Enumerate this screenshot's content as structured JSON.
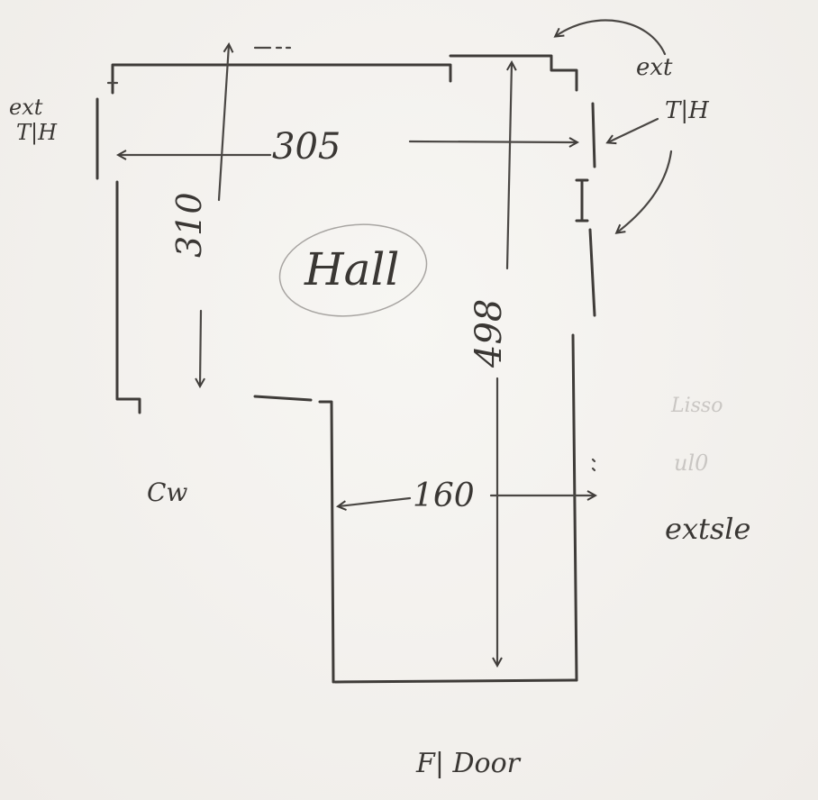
{
  "room_label": "Hall",
  "dimensions": {
    "width_top": "305",
    "height_left": "310",
    "height_right": "498",
    "width_bottom": "160"
  },
  "annotations": {
    "ext_th_left": [
      "ext",
      "T|H"
    ],
    "ext_th_right": [
      "ext",
      "T|H"
    ],
    "cw": "Cw",
    "front_door": "F| Door",
    "ext_side": "extsle",
    "faint_1": "Lisso",
    "faint_2": "ul0"
  },
  "colors": {
    "ink": "#3f3c39",
    "paper": "#f3f1ee"
  }
}
